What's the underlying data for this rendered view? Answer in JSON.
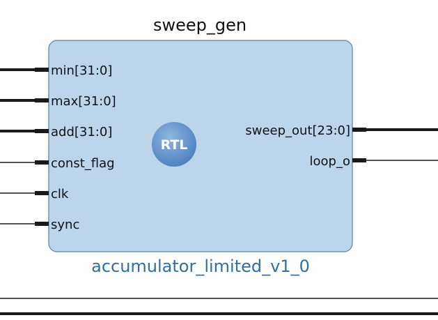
{
  "block": {
    "instance_name": "sweep_gen",
    "module_name": "accumulator_limited_v1_0",
    "badge": "RTL",
    "fill_color": "#bcd5ea",
    "border_color": "#6f94b8",
    "input_ports": [
      {
        "name": "min[31:0]",
        "bus": true
      },
      {
        "name": "max[31:0]",
        "bus": true
      },
      {
        "name": "add[31:0]",
        "bus": true
      },
      {
        "name": "const_flag",
        "bus": false
      },
      {
        "name": "clk",
        "bus": false
      },
      {
        "name": "sync",
        "bus": false
      }
    ],
    "output_ports": [
      {
        "name": "sweep_out[23:0]",
        "bus": true
      },
      {
        "name": "loop_o",
        "bus": false
      }
    ]
  }
}
